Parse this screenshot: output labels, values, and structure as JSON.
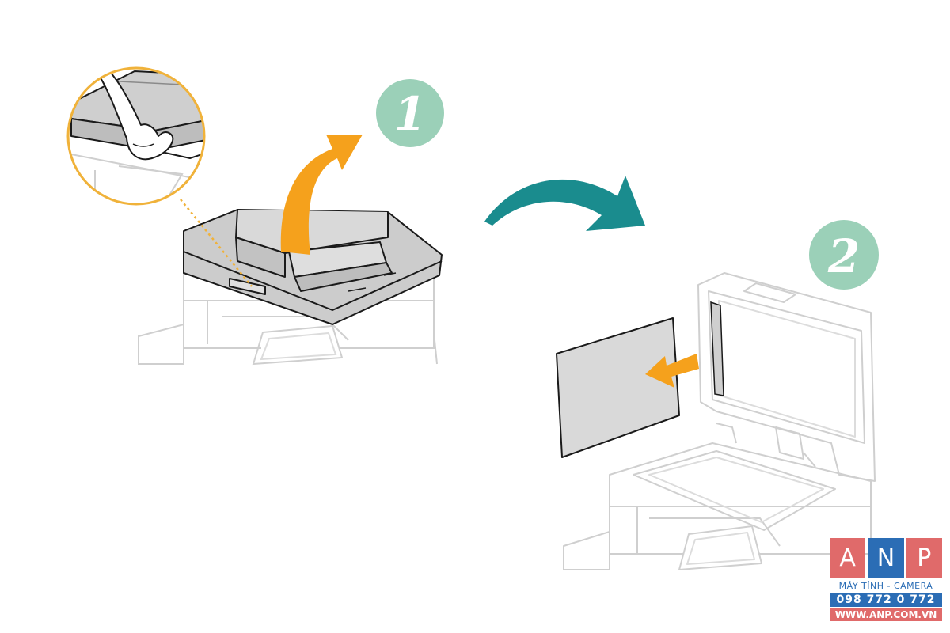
{
  "steps": [
    {
      "number": "1",
      "color": "#9bd0b8",
      "description_icon": "lift-feeder-icon"
    },
    {
      "number": "2",
      "color": "#9bd0b8",
      "description_icon": "remove-sheet-icon"
    }
  ],
  "colors": {
    "lift_arrow": "#f5a11c",
    "next_arrow": "#1a8c8e",
    "pull_arrow": "#f5a11c",
    "zoom_ring": "#f0b23a",
    "outline": "#1a1a1a",
    "printer_body": "#cfcfcf"
  },
  "logo": {
    "letters": [
      "A",
      "N",
      "P"
    ],
    "letter_colors": [
      "#e06a6a",
      "#2b6db5",
      "#e06a6a"
    ],
    "tagline": "MÁY TÍNH - CAMERA",
    "phone": "098 772 0 772",
    "website": "WWW.ANP.COM.VN"
  }
}
